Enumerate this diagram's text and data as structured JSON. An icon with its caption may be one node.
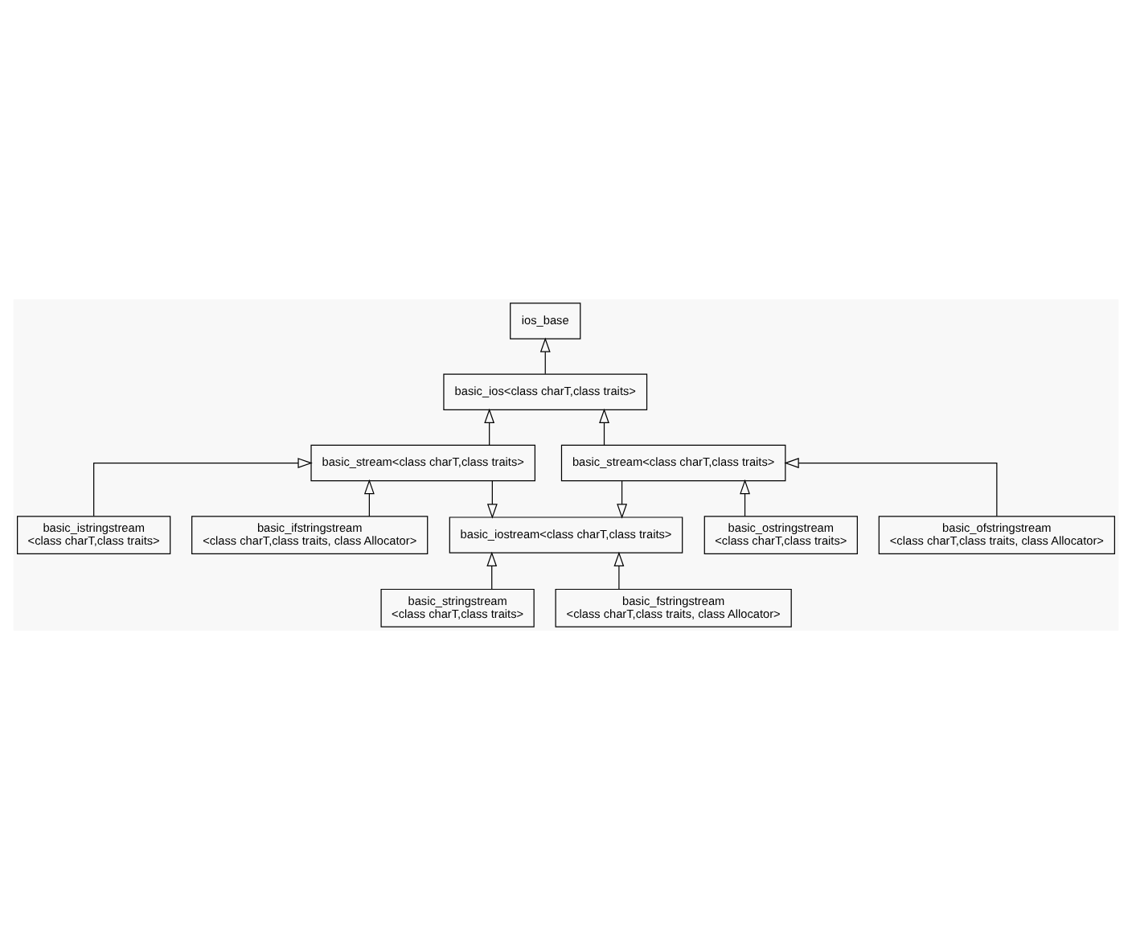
{
  "diagram": {
    "nodes": [
      {
        "text": [
          "ios_base"
        ]
      },
      {
        "text": [
          "basic_ios<class charT,class traits>"
        ]
      },
      {
        "text": [
          "basic_stream<class charT,class traits>"
        ]
      },
      {
        "text": [
          "basic_stream<class charT,class traits>"
        ]
      },
      {
        "text": [
          "basic_iostream<class charT,class traits>"
        ]
      },
      {
        "text": [
          "basic_istringstream",
          "<class charT,class traits>"
        ]
      },
      {
        "text": [
          "basic_ifstringstream",
          "<class charT,class traits, class Allocator>"
        ]
      },
      {
        "text": [
          "basic_stringstream",
          "<class charT,class traits>"
        ]
      },
      {
        "text": [
          "basic_fstringstream",
          "<class charT,class traits, class Allocator>"
        ]
      },
      {
        "text": [
          "basic_ostringstream",
          "<class charT,class traits>"
        ]
      },
      {
        "text": [
          "basic_ofstringstream",
          "<class charT,class traits, class Allocator>"
        ]
      }
    ],
    "edges": [
      {
        "from": 1,
        "to": 0,
        "arrow": "to"
      },
      {
        "from": 2,
        "to": 1,
        "arrow": "to"
      },
      {
        "from": 3,
        "to": 1,
        "arrow": "to"
      },
      {
        "from": 2,
        "to": 4,
        "arrow": "to"
      },
      {
        "from": 3,
        "to": 4,
        "arrow": "to"
      },
      {
        "from": 5,
        "to": 2,
        "arrow": "to"
      },
      {
        "from": 6,
        "to": 2,
        "arrow": "to"
      },
      {
        "from": 7,
        "to": 4,
        "arrow": "to"
      },
      {
        "from": 8,
        "to": 4,
        "arrow": "to"
      },
      {
        "from": 9,
        "to": 3,
        "arrow": "to"
      },
      {
        "from": 10,
        "to": 3,
        "arrow": "to"
      }
    ]
  }
}
